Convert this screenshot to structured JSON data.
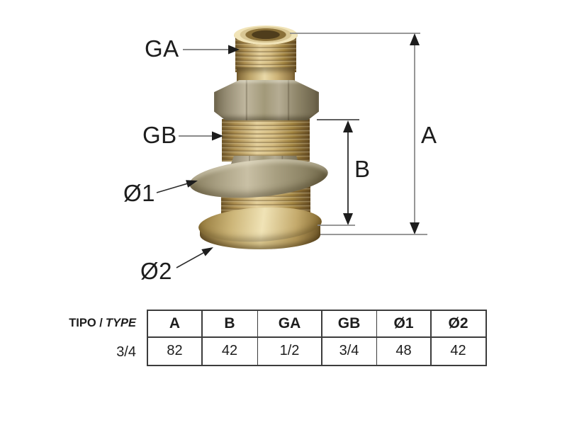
{
  "annotations": {
    "ga": "GA",
    "gb": "GB",
    "dia1": "Ø1",
    "dia2": "Ø2",
    "dim_a": "A",
    "dim_b": "B"
  },
  "table": {
    "row_header": {
      "tipo": "TIPO /",
      "type": "TYPE"
    },
    "columns": [
      "A",
      "B",
      "GA",
      "GB",
      "Ø1",
      "Ø2"
    ],
    "rows": [
      {
        "tipo": "3/4",
        "values": [
          "82",
          "42",
          "1/2",
          "3/4",
          "48",
          "42"
        ]
      }
    ]
  },
  "colors": {
    "background": "#ffffff",
    "brass_light": "#f0e3b6",
    "brass_mid": "#c8ae74",
    "brass_dark": "#6f5628",
    "nut_gray": "#a29979",
    "leader_line_gray": "#8a8a8a",
    "arrow_black": "#1d1d1d",
    "table_border": "#3c3c3c",
    "text": "#1d1d1d"
  }
}
